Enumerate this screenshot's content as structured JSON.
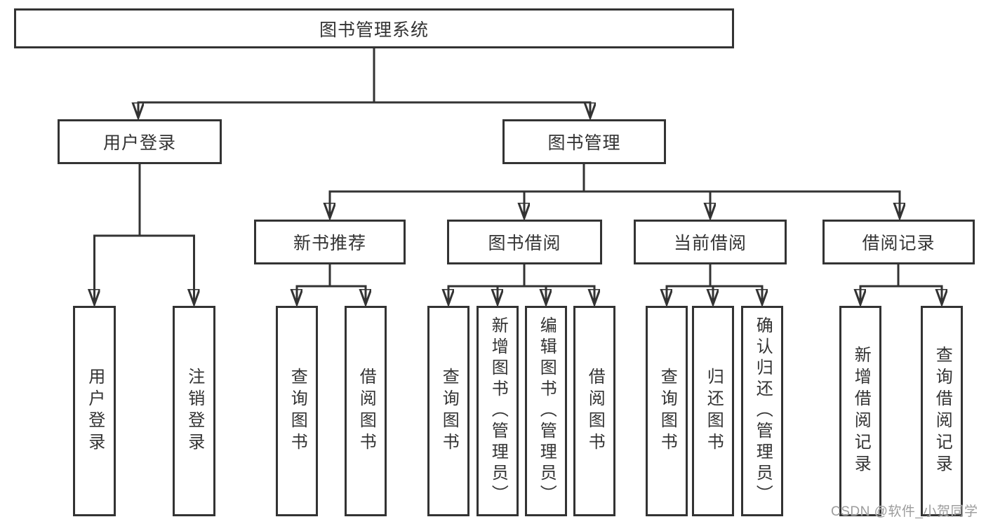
{
  "watermark": {
    "text": "CSDN @软件_小贺同学",
    "color": "#9c9c9c"
  },
  "colors": {
    "line": "#333333",
    "text": "#333333",
    "box_border": "#333333",
    "box_background": "#ffffff",
    "page_background": "#ffffff"
  },
  "tree": {
    "root": {
      "label": "图书管理系统",
      "children": [
        {
          "label": "用户登录",
          "children": [
            {
              "label": "用户登录"
            },
            {
              "label": "注销登录"
            }
          ]
        },
        {
          "label": "图书管理",
          "children": [
            {
              "label": "新书推荐",
              "children": [
                {
                  "label": "查询图书"
                },
                {
                  "label": "借阅图书"
                }
              ]
            },
            {
              "label": "图书借阅",
              "children": [
                {
                  "label": "查询图书"
                },
                {
                  "label": "新增图书（管理员）"
                },
                {
                  "label": "编辑图书（管理员）"
                },
                {
                  "label": "借阅图书"
                }
              ]
            },
            {
              "label": "当前借阅",
              "children": [
                {
                  "label": "查询图书"
                },
                {
                  "label": "归还图书"
                },
                {
                  "label": "确认归还（管理员）"
                }
              ]
            },
            {
              "label": "借阅记录",
              "children": [
                {
                  "label": "新增借阅记录"
                },
                {
                  "label": "查询借阅记录"
                }
              ]
            }
          ]
        }
      ]
    }
  }
}
